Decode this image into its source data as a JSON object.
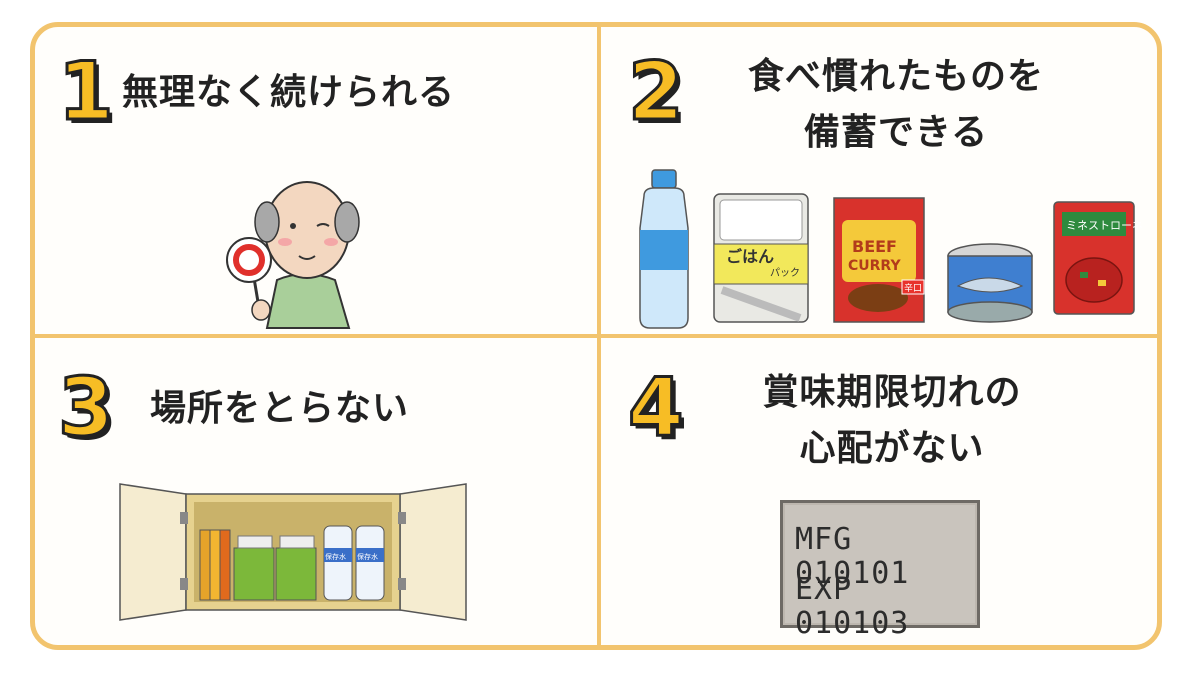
{
  "panels": [
    {
      "number": "1",
      "title": "無理なく続けられる"
    },
    {
      "number": "2",
      "title_line1": "食べ慣れたものを",
      "title_line2": "備蓄できる"
    },
    {
      "number": "3",
      "title": "場所をとらない"
    },
    {
      "number": "4",
      "title_line1": "賞味期限切れの",
      "title_line2": "心配がない"
    }
  ],
  "illustrations": {
    "rice_pack_label": "ごはん",
    "rice_pack_sub": "パック",
    "curry_label_1": "BEEF",
    "curry_label_2": "CURRY",
    "curry_hot": "辛口",
    "soup_label": "ミネストローネ",
    "bottle_label": "保存水"
  },
  "date_plate": {
    "mfg": "MFG 010101",
    "exp": "EXP 010103"
  },
  "colors": {
    "border": "#f2c46e",
    "number_fill": "#f7bd25",
    "number_outline": "#222222"
  }
}
